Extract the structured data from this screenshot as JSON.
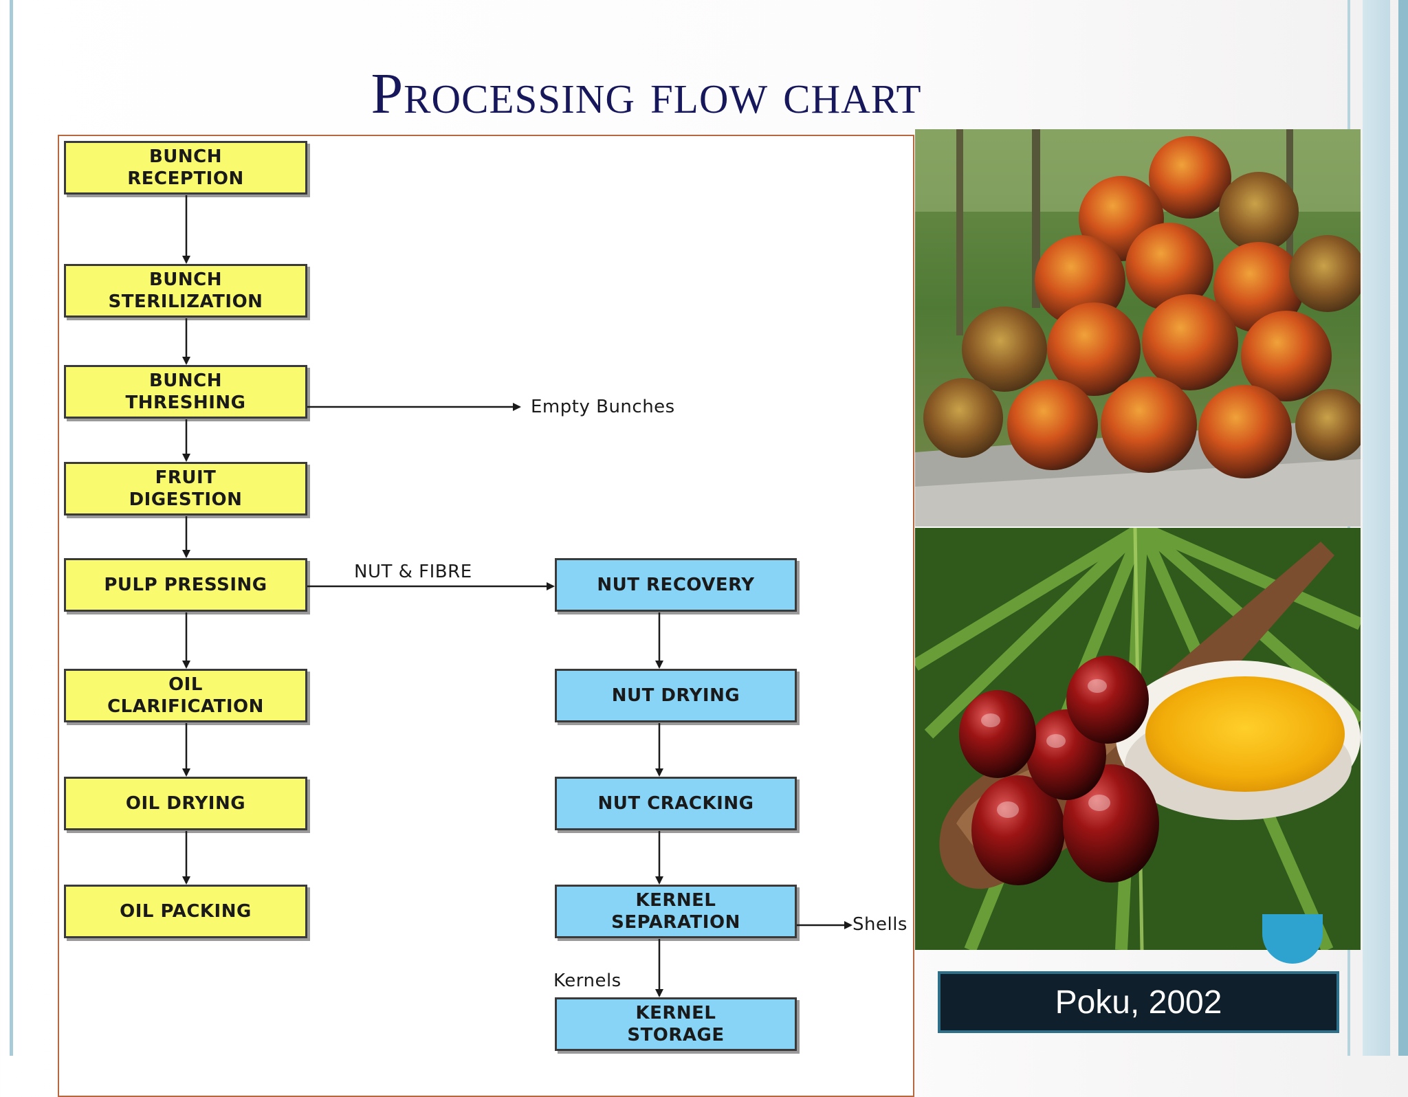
{
  "slide": {
    "title": "Processing flow chart",
    "citation": "Poku, 2002"
  },
  "flow": {
    "oil_steps": [
      {
        "id": "bunch-reception",
        "label": "BUNCH\nRECEPTION"
      },
      {
        "id": "bunch-sterilization",
        "label": "BUNCH\nSTERILIZATION"
      },
      {
        "id": "bunch-threshing",
        "label": "BUNCH\nTHRESHING"
      },
      {
        "id": "fruit-digestion",
        "label": "FRUIT\nDIGESTION"
      },
      {
        "id": "pulp-pressing",
        "label": "PULP PRESSING"
      },
      {
        "id": "oil-clarification",
        "label": "OIL\nCLARIFICATION"
      },
      {
        "id": "oil-drying",
        "label": "OIL DRYING"
      },
      {
        "id": "oil-packing",
        "label": "OIL PACKING"
      }
    ],
    "nut_steps": [
      {
        "id": "nut-recovery",
        "label": "NUT RECOVERY"
      },
      {
        "id": "nut-drying",
        "label": "NUT DRYING"
      },
      {
        "id": "nut-cracking",
        "label": "NUT CRACKING"
      },
      {
        "id": "kernel-separation",
        "label": "KERNEL\nSEPARATION"
      },
      {
        "id": "kernel-storage",
        "label": "KERNEL\nSTORAGE"
      }
    ],
    "edge_labels": {
      "empty_bunches": "Empty   Bunches",
      "nut_fibre": "NUT &   FIBRE",
      "shells": "Shells",
      "kernels": "Kernels"
    }
  },
  "images": [
    {
      "name": "palm-fruit-bunches-photo"
    },
    {
      "name": "palm-fruit-and-oil-photo"
    }
  ]
}
